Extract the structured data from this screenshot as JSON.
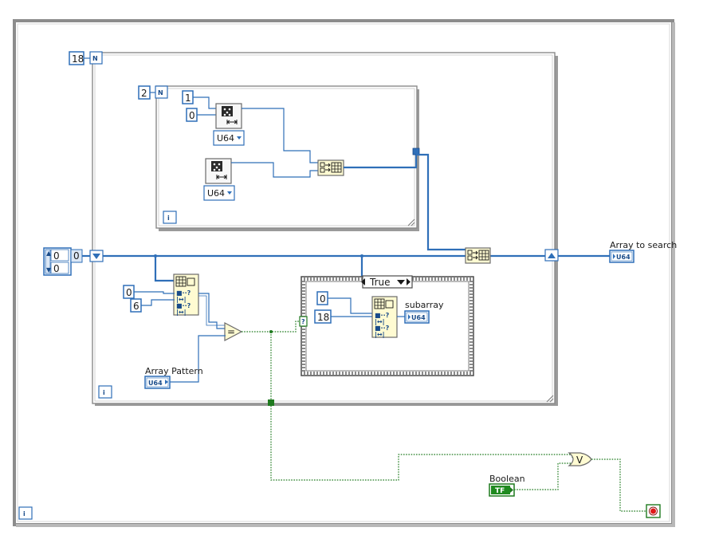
{
  "while_loop": {
    "iteration_terminal": "i"
  },
  "outer_for_loop": {
    "count": "18",
    "count_terminal": "N",
    "iteration_terminal": "i"
  },
  "inner_for_loop": {
    "count": "2",
    "count_terminal": "N",
    "iteration_terminal": "i"
  },
  "random_constants": {
    "c1": "1",
    "c2": "0"
  },
  "random_type_1": "U64",
  "random_type_2": "U64",
  "shift_register_array": {
    "top": "0",
    "bottom": "0",
    "index": "0"
  },
  "subset_a": {
    "index": "0",
    "length": "6"
  },
  "array_pattern": {
    "label": "Array Pattern",
    "type": "U64"
  },
  "case_structure": {
    "selector": "True",
    "index": "0",
    "length": "18"
  },
  "subarray": {
    "label": "subarray",
    "type": "U64"
  },
  "array_to_search": {
    "label": "Array to search",
    "type": "U64"
  },
  "boolean": {
    "label": "Boolean",
    "value": "TF"
  },
  "or_gate": {
    "symbol": "V"
  },
  "equal_node": {
    "symbol": "="
  },
  "case_selector_terminal": {
    "symbol": "?"
  }
}
